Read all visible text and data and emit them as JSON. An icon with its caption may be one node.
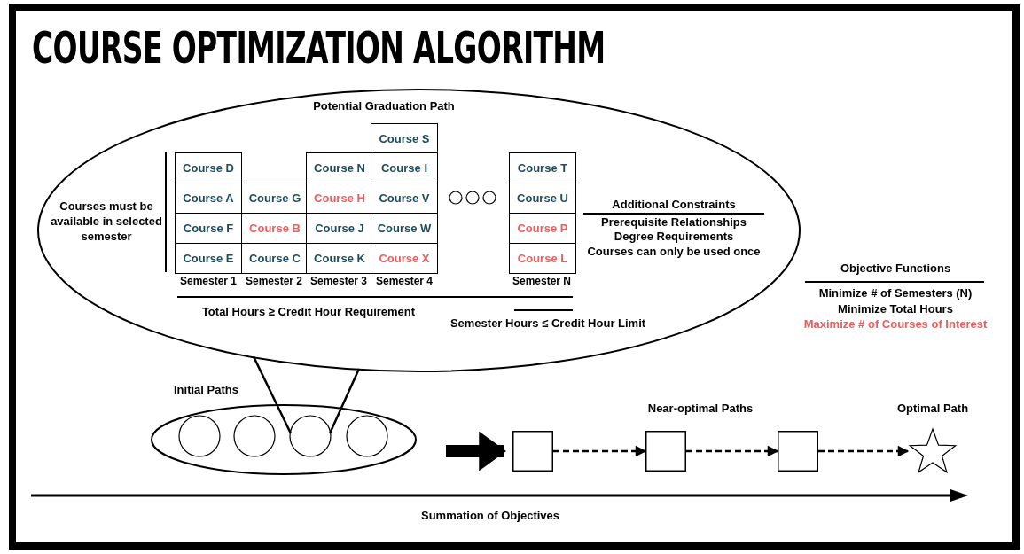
{
  "diagram": {
    "title": "COURSE OPTIMIZATION ALGORITHM",
    "nodes": [
      {
        "text": [
          "Potential Graduation Path"
        ]
      },
      {
        "text": [
          "Course S"
        ],
        "in": 0
      },
      {
        "text": [
          "Course D"
        ],
        "in": 0
      },
      {
        "text": [
          "Course N"
        ],
        "in": 0
      },
      {
        "text": [
          "Course I"
        ],
        "in": 0
      },
      {
        "text": [
          "Course T"
        ],
        "in": 0
      },
      {
        "text": [
          "Course A"
        ],
        "in": 0
      },
      {
        "text": [
          "Course G"
        ],
        "in": 0
      },
      {
        "text": [
          "Course H"
        ],
        "in": 0
      },
      {
        "text": [
          "Course V"
        ],
        "in": 0
      },
      {
        "text": [
          "Course U"
        ],
        "in": 0
      },
      {
        "text": [
          "Course F"
        ],
        "in": 0
      },
      {
        "text": [
          "Course B"
        ],
        "in": 0
      },
      {
        "text": [
          "Course J"
        ],
        "in": 0
      },
      {
        "text": [
          "Course W"
        ],
        "in": 0
      },
      {
        "text": [
          "Course P"
        ],
        "in": 0
      },
      {
        "text": [
          "Course E"
        ],
        "in": 0
      },
      {
        "text": [
          "Course C"
        ],
        "in": 0
      },
      {
        "text": [
          "Course K"
        ],
        "in": 0
      },
      {
        "text": [
          "Course X"
        ],
        "in": 0
      },
      {
        "text": [
          "Course L"
        ],
        "in": 0
      },
      {
        "text": [
          "Initial Paths"
        ]
      },
      {
        "text": [],
        "shape": "circle",
        "in": 21
      },
      {
        "text": [],
        "shape": "circle",
        "in": 21
      },
      {
        "text": [],
        "shape": "circle",
        "in": 21
      },
      {
        "text": [],
        "shape": "circle",
        "in": 21
      },
      {
        "text": [],
        "shape": "box"
      },
      {
        "text": [],
        "shape": "box",
        "beside": [
          "Near-optimal Paths"
        ]
      },
      {
        "text": [],
        "shape": "box"
      },
      {
        "text": [],
        "shape": "star",
        "beside": [
          "Optimal Path"
        ]
      }
    ],
    "edges": [
      {
        "from": 0,
        "to": 24,
        "arrow": "none"
      },
      {
        "from": 21,
        "to": 26,
        "arrow": "to",
        "style": "thick"
      },
      {
        "from": 26,
        "to": 27,
        "arrow": "to",
        "style": "dashed"
      },
      {
        "from": 27,
        "to": 28,
        "arrow": "to",
        "style": "dashed"
      },
      {
        "from": 28,
        "to": 29,
        "arrow": "to",
        "style": "dashed"
      }
    ],
    "labels": [
      "Courses must be available in selected semester",
      "Semester 1",
      "Semester 2",
      "Semester 3",
      "Semester 4",
      "Semester N",
      "Additional Constraints",
      "Prerequisite Relationships",
      "Degree Requirements",
      "Courses can only be used once",
      "Total Hours ≥ Credit Hour Requirement",
      "Semester Hours ≤ Credit Hour Limit",
      "Objective Functions",
      "Minimize # of Semesters (N)",
      "Minimize Total Hours",
      "Maximize # of Courses of Interest",
      "Summation of Objectives"
    ]
  }
}
